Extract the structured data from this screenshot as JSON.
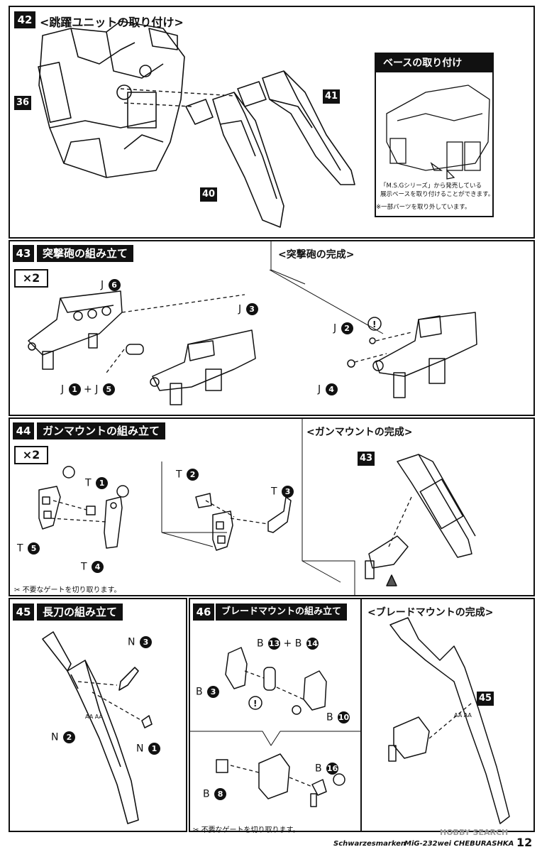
{
  "step42": {
    "num": "42",
    "title": "<跳躍ユニットの取り付け>",
    "refs": {
      "r36": "36",
      "r41": "41",
      "r40": "40"
    },
    "inset": {
      "title": "ベースの取り付け",
      "text1": "「M.S.Gシリーズ」から発売している",
      "text2": "展示ベースを取り付けることができます。",
      "note": "※一部パーツを取り外しています。"
    }
  },
  "step43": {
    "num": "43",
    "title": "突撃砲の組み立て",
    "qty": "×2",
    "done_title": "<突撃砲の完成>",
    "labels": {
      "j6": {
        "letter": "J",
        "n": "6"
      },
      "j3": {
        "letter": "J",
        "n": "3"
      },
      "j1j5": {
        "a": "J",
        "an": "1",
        "plus": "+",
        "b": "J",
        "bn": "5"
      },
      "j2": {
        "letter": "J",
        "n": "2"
      },
      "j4": {
        "letter": "J",
        "n": "4"
      }
    }
  },
  "step44": {
    "num": "44",
    "title": "ガンマウントの組み立て",
    "qty": "×2",
    "done_title": "<ガンマウントの完成>",
    "labels": {
      "t1": {
        "letter": "T",
        "n": "1"
      },
      "t5": {
        "letter": "T",
        "n": "5"
      },
      "t4": {
        "letter": "T",
        "n": "4"
      },
      "t2": {
        "letter": "T",
        "n": "2"
      },
      "t3": {
        "letter": "T",
        "n": "3"
      }
    },
    "ref43": "43",
    "note": "不要なゲートを切り取ります。"
  },
  "step45": {
    "num": "45",
    "title": "長刀の組み立て",
    "labels": {
      "n3": {
        "letter": "N",
        "n": "3"
      },
      "n2": {
        "letter": "N",
        "n": "2"
      },
      "n1": {
        "letter": "N",
        "n": "1"
      }
    }
  },
  "step46": {
    "num": "46",
    "title": "ブレードマウントの組み立て",
    "done_title": "<ブレードマウントの完成>",
    "labels": {
      "b13b14": {
        "a": "B",
        "an": "13",
        "plus": "+",
        "b": "B",
        "bn": "14"
      },
      "b3": {
        "letter": "B",
        "n": "3"
      },
      "b10": {
        "letter": "B",
        "n": "10"
      },
      "b16": {
        "letter": "B",
        "n": "16"
      },
      "b8": {
        "letter": "B",
        "n": "8"
      }
    },
    "ref45": "45",
    "note": "不要なゲートを切り取ります。"
  },
  "footer": {
    "series": "Schwarzesmarken",
    "model": "MiG-232wei CHEBURASHKA",
    "page": "12",
    "watermark": "HOBBY SEARCH"
  }
}
